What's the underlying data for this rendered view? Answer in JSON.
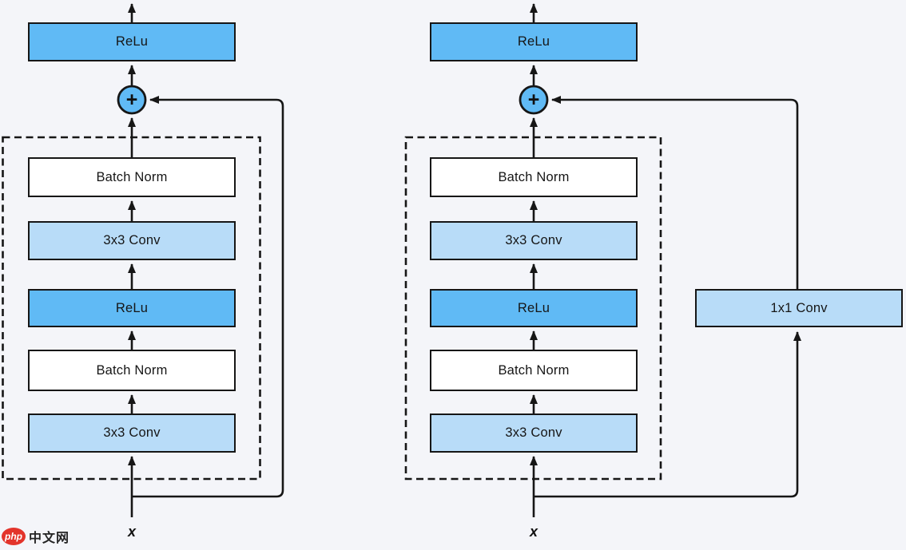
{
  "blocks": {
    "identity": {
      "output_activation": "ReLu",
      "add_symbol": "+",
      "layers": [
        "Batch Norm",
        "3x3 Conv",
        "ReLu",
        "Batch Norm",
        "3x3 Conv"
      ],
      "input_label": "x"
    },
    "projection": {
      "output_activation": "ReLu",
      "add_symbol": "+",
      "layers": [
        "Batch Norm",
        "3x3 Conv",
        "ReLu",
        "Batch Norm",
        "3x3 Conv"
      ],
      "shortcut_layer": "1x1 Conv",
      "input_label": "x"
    }
  },
  "colors": {
    "bg": "#f4f5f9",
    "node_medium": "#60baf5",
    "node_light": "#b8dcf8",
    "node_white": "#ffffff",
    "line": "#161616",
    "watermark_red": "#e3342b",
    "watermark_text_color": "#242424"
  },
  "watermark": {
    "badge": "php",
    "text": "中文网"
  }
}
